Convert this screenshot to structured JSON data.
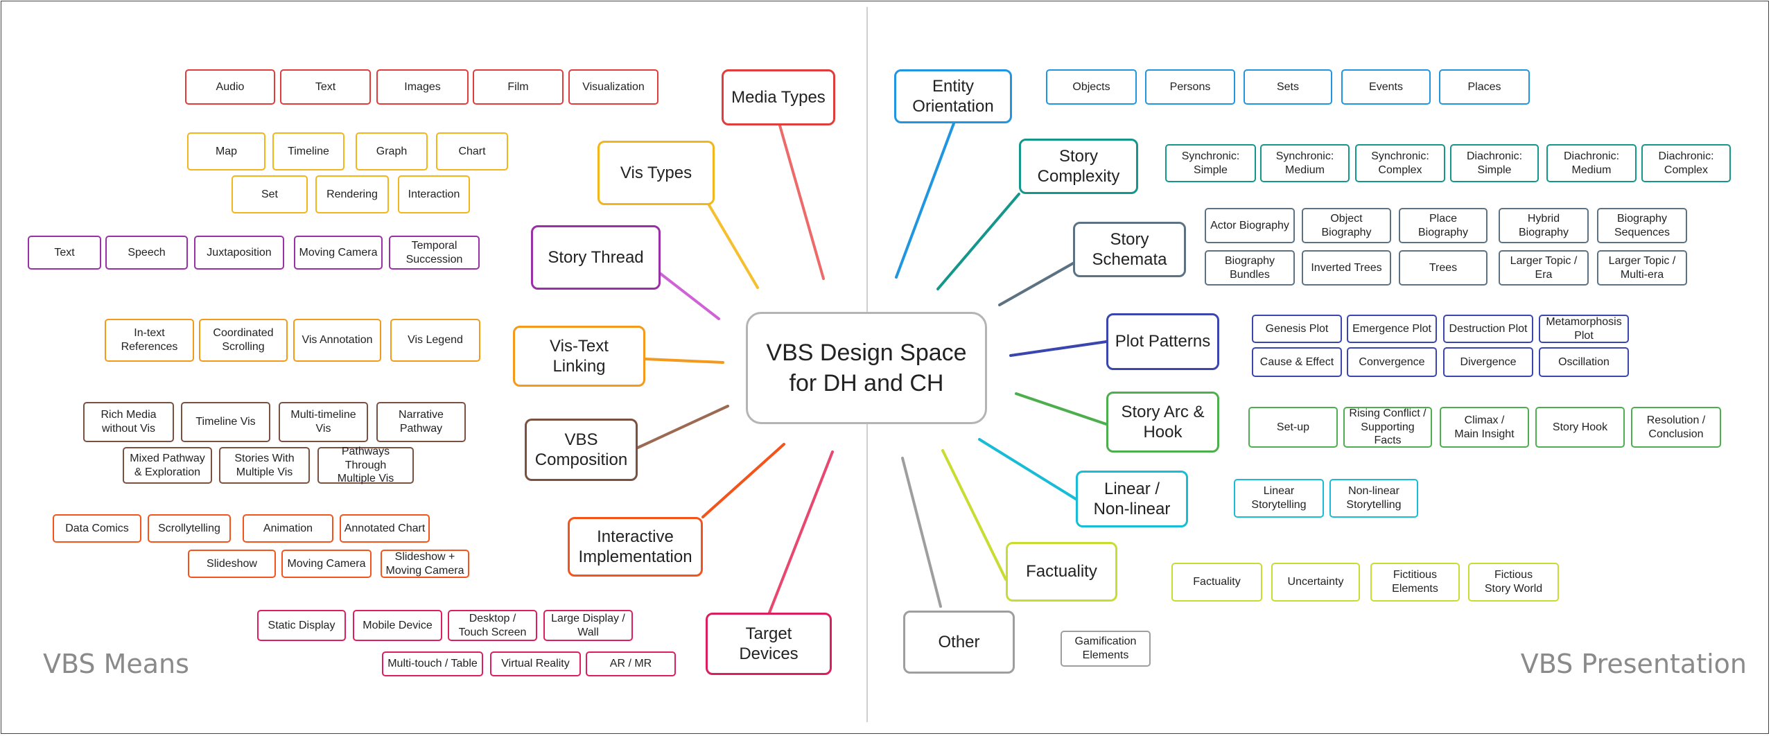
{
  "center": {
    "label": "VBS Design Space\nfor DH and CH",
    "color": "#b4b4b4"
  },
  "corners": {
    "left": "VBS Means",
    "right": "VBS Presentation"
  },
  "categories": [
    {
      "id": "media-types",
      "label": "Media Types",
      "color": "#e03c3c",
      "line": "#ec6a6a",
      "items": [
        "Audio",
        "Text",
        "Images",
        "Film",
        "Visualization"
      ]
    },
    {
      "id": "vis-types",
      "label": "Vis Types",
      "color": "#f2b51c",
      "line": "#f5bf2e",
      "items": [
        "Map",
        "Timeline",
        "Graph",
        "Chart",
        "Set",
        "Rendering",
        "Interaction"
      ]
    },
    {
      "id": "story-thread",
      "label": "Story Thread",
      "color": "#9b2fa8",
      "line": "#cf62d6",
      "items": [
        "Text",
        "Speech",
        "Juxtaposition",
        "Moving Camera",
        "Temporal\nSuccession"
      ]
    },
    {
      "id": "vis-text-linking",
      "label": "Vis-Text\nLinking",
      "color": "#f39a1c",
      "line": "#f39a1c",
      "items": [
        "In-text\nReferences",
        "Coordinated\nScrolling",
        "Vis Annotation",
        "Vis Legend"
      ]
    },
    {
      "id": "vbs-composition",
      "label": "VBS\nComposition",
      "color": "#7a5040",
      "line": "#9c6a52",
      "items": [
        "Rich Media\nwithout Vis",
        "Timeline Vis",
        "Multi-timeline Vis",
        "Narrative\nPathway",
        "Mixed Pathway\n& Exploration",
        "Stories With\nMultiple Vis",
        "Pathways Through\nMultiple Vis"
      ]
    },
    {
      "id": "interactive-implementation",
      "label": "Interactive\nImplementation",
      "color": "#f2541c",
      "line": "#f2541c",
      "items": [
        "Data Comics",
        "Scrollytelling",
        "Animation",
        "Annotated Chart",
        "Slideshow",
        "Moving Camera",
        "Slideshow +\nMoving Camera"
      ]
    },
    {
      "id": "target-devices",
      "label": "Target\nDevices",
      "color": "#dc1e5c",
      "line": "#e8476e",
      "items": [
        "Static Display",
        "Mobile Device",
        "Desktop /\nTouch Screen",
        "Large Display /\nWall",
        "Multi-touch / Table",
        "Virtual Reality",
        "AR / MR"
      ]
    },
    {
      "id": "entity-orientation",
      "label": "Entity\nOrientation",
      "color": "#2196e0",
      "line": "#2196e0",
      "items": [
        "Objects",
        "Persons",
        "Sets",
        "Events",
        "Places"
      ]
    },
    {
      "id": "story-complexity",
      "label": "Story\nComplexity",
      "color": "#14968a",
      "line": "#14968a",
      "items": [
        "Synchronic:\nSimple",
        "Synchronic:\nMedium",
        "Synchronic:\nComplex",
        "Diachronic:\nSimple",
        "Diachronic:\nMedium",
        "Diachronic:\nComplex"
      ]
    },
    {
      "id": "story-schemata",
      "label": "Story\nSchemata",
      "color": "#5c7282",
      "line": "#5c7282",
      "items": [
        "Actor Biography",
        "Object\nBiography",
        "Place Biography",
        "Hybrid\nBiography",
        "Biography\nSequences",
        "Biography\nBundles",
        "Inverted Trees",
        "Trees",
        "Larger Topic /\nEra",
        "Larger Topic /\nMulti-era"
      ]
    },
    {
      "id": "plot-patterns",
      "label": "Plot Patterns",
      "color": "#3a46ae",
      "line": "#3a46ae",
      "items": [
        "Genesis Plot",
        "Emergence Plot",
        "Destruction Plot",
        "Metamorphosis\nPlot",
        "Cause & Effect",
        "Convergence",
        "Divergence",
        "Oscillation"
      ]
    },
    {
      "id": "story-arc-hook",
      "label": "Story Arc &\nHook",
      "color": "#4cae4c",
      "line": "#4cae4c",
      "items": [
        "Set-up",
        "Rising Conflict /\nSupporting Facts",
        "Climax /\nMain Insight",
        "Story Hook",
        "Resolution /\nConclusion"
      ]
    },
    {
      "id": "linear-nonlinear",
      "label": "Linear /\nNon-linear",
      "color": "#18bcd6",
      "line": "#18bcd6",
      "items": [
        "Linear\nStorytelling",
        "Non-linear\nStorytelling"
      ]
    },
    {
      "id": "factuality",
      "label": "Factuality",
      "color": "#c8dc32",
      "line": "#c8dc32",
      "items": [
        "Factuality",
        "Uncertainty",
        "Fictitious\nElements",
        "Fictious\nStory World"
      ]
    },
    {
      "id": "other",
      "label": "Other",
      "color": "#9e9e9e",
      "line": "#9e9e9e",
      "items": [
        "Gamification\nElements"
      ]
    }
  ]
}
